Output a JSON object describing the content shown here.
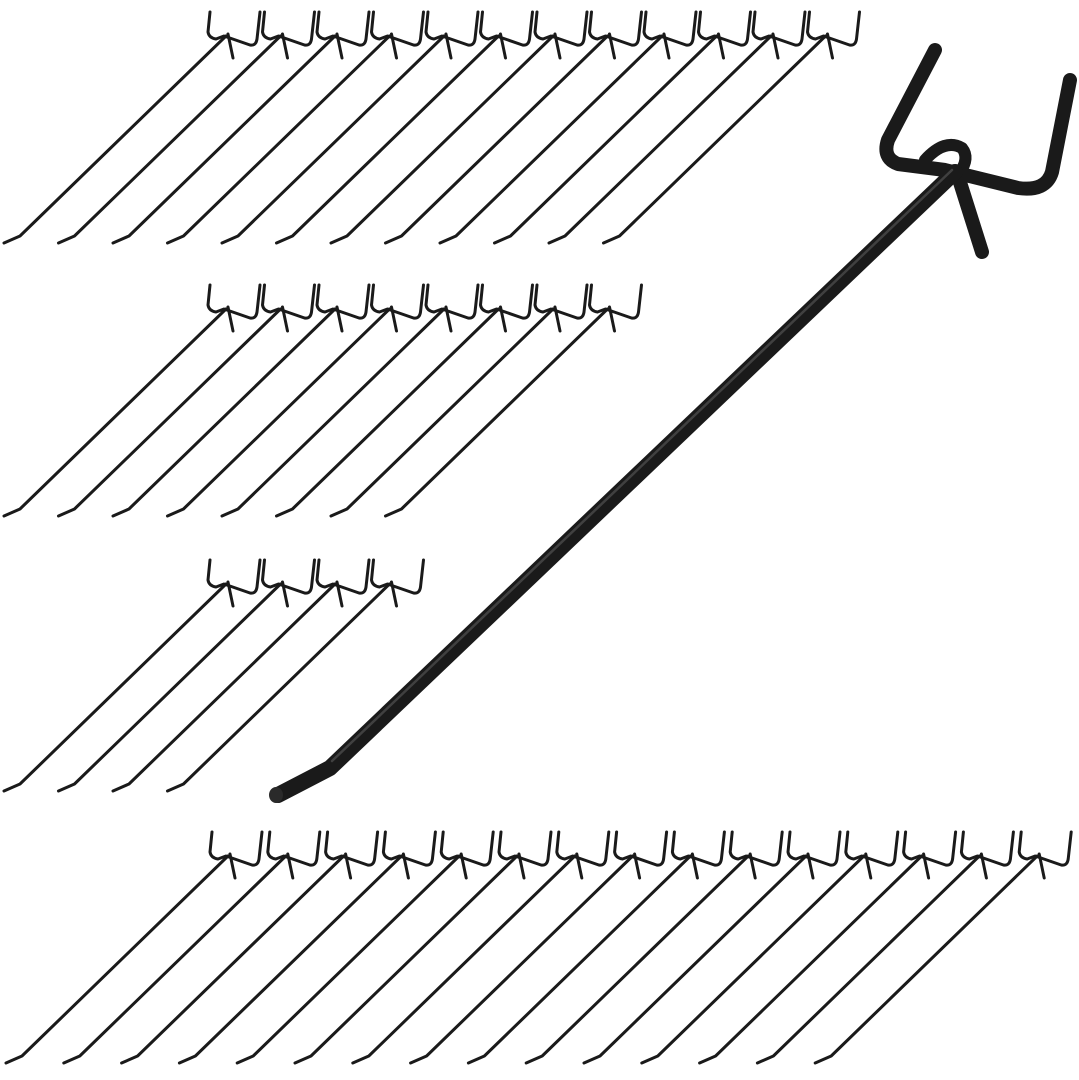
{
  "scene": {
    "background_color": "#ffffff",
    "wire_color": "#1a1a1a",
    "wire_highlight_color": "#5a5a5a",
    "rows": [
      {
        "name": "row-1",
        "hook_count": 12
      },
      {
        "name": "row-2",
        "hook_count": 8
      },
      {
        "name": "row-3",
        "hook_count": 4
      },
      {
        "name": "row-4",
        "hook_count": 15
      }
    ],
    "featured_hook": {
      "name": "large-hook",
      "hook_count": 1
    }
  }
}
